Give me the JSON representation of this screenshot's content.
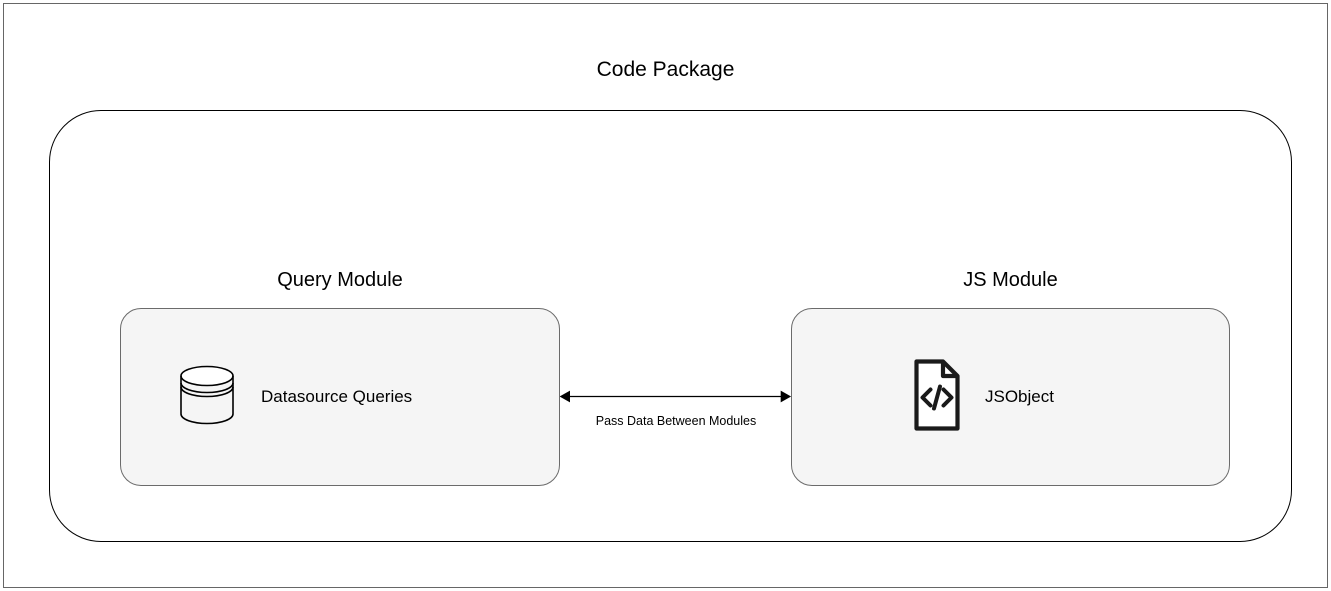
{
  "diagram": {
    "title": "Code Package",
    "type": "architecture-diagram",
    "background_color": "#ffffff",
    "border_color": "#666666",
    "container": {
      "name": "Code Package",
      "stroke_color": "#000000",
      "fill": "none"
    },
    "modules": [
      {
        "label": "Query Module",
        "box_fill": "#f5f5f5",
        "box_stroke": "#6b6b6b",
        "node": {
          "icon": "database-icon",
          "label": "Datasource Queries"
        }
      },
      {
        "label": "JS Module",
        "box_fill": "#f5f5f5",
        "box_stroke": "#6b6b6b",
        "node": {
          "icon": "code-file-icon",
          "label": "JSObject"
        }
      }
    ],
    "connector": {
      "label": "Pass Data Between Modules",
      "style": "double-headed-arrow",
      "color": "#000000"
    }
  }
}
